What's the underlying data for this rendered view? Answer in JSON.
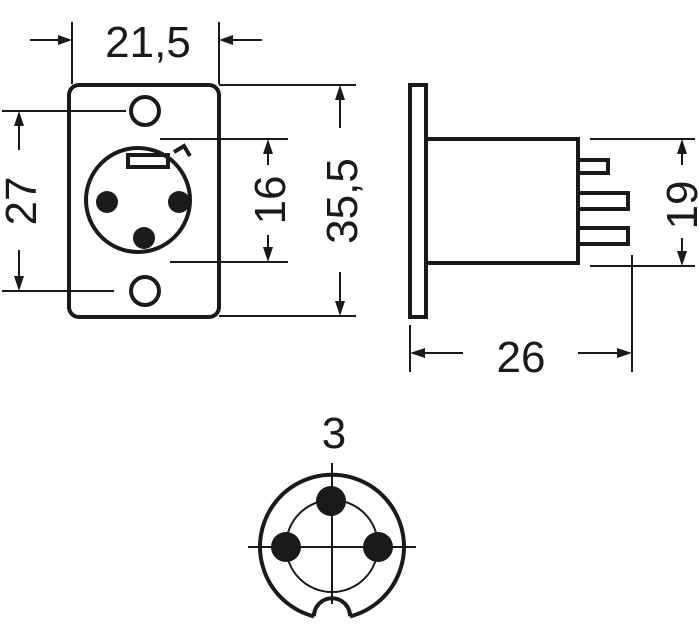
{
  "front_view": {
    "width_label": "21,5",
    "height_label": "35,5",
    "hole_spacing_label": "27",
    "insert_label": "16"
  },
  "side_view": {
    "depth_label": "26",
    "body_height_label": "19"
  },
  "pin_view": {
    "pin_count_label": "3"
  },
  "colors": {
    "line": "#1a1a1a",
    "background": "#ffffff"
  }
}
